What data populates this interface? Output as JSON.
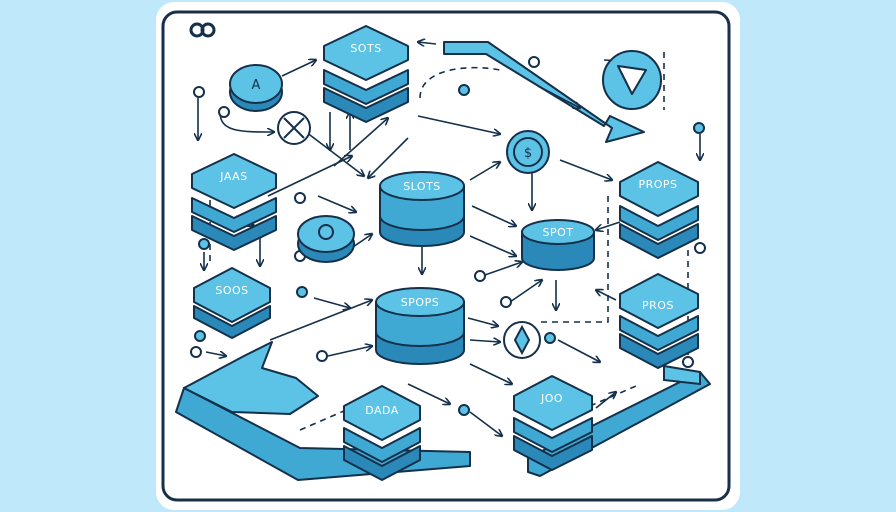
{
  "colors": {
    "background": "#bfe9fb",
    "panel": "#ffffff",
    "panel_border": "#1a2f4a",
    "block_light": "#5cc3e6",
    "block_mid": "#3fa9d4",
    "block_dark": "#2a89b8",
    "outline": "#14304a"
  },
  "icons": {
    "corner": "link-icon",
    "node_a": "letter-a-icon",
    "node_x": "cross-icon",
    "node_o": "ring-icon",
    "node_s": "dollar-sign-icon",
    "node_d": "diamond-icon",
    "node_flag": "flag-icon"
  },
  "diagram": {
    "nodes": {
      "sots": "SOTS",
      "slots": "SLOTS",
      "spot": "SPOT",
      "spops": "SPOPS",
      "jaas": "JAAS",
      "soos": "SOOS",
      "props": "PROPS",
      "pros": "PROS",
      "dada": "DADA",
      "joo": "JOO",
      "node_a": "A"
    }
  }
}
